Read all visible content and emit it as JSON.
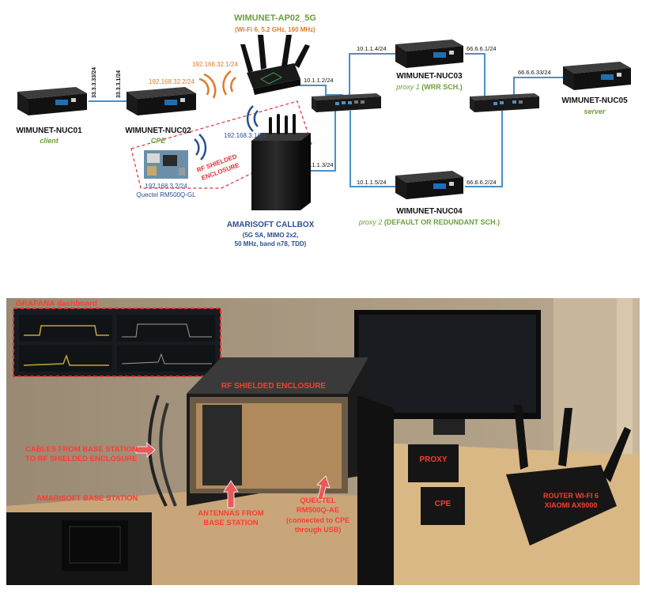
{
  "diagram": {
    "ap": {
      "name": "WIMUNET-AP02_5G",
      "spec": "(Wi-Fi 6, 5.2 GHz, 160 MHz)",
      "ip": "192.168.32.1/24"
    },
    "nuc01": {
      "name": "WIMUNET-NUC01",
      "role": "client",
      "ip_a": "33.3.3.33/24"
    },
    "nuc02": {
      "name": "WIMUNET-NUC02",
      "role": "CPE",
      "ip_a": "33.3.3.1/24",
      "ip_wifi": "192.168.32.2/24"
    },
    "modem": {
      "ip": "192.168.3.2/24",
      "name": "Quectel RM500Q-GL"
    },
    "enclosure": {
      "label_1": "RF SHIELDED",
      "label_2": "ENCLOSURE"
    },
    "callbox": {
      "ip": "192.168.3.1/24",
      "name": "AMARISOFT CALLBOX",
      "spec_1": "(5G SA, MIMO 2x2,",
      "spec_2": "50 MHz, band n78, TDD)"
    },
    "switch1": {
      "ip_top": "10.1.1.4/24",
      "ip_ap": "10.1.1.2/24",
      "ip_callbox": "10.1.1.3/24",
      "ip_bottom": "10.1.1.5/24"
    },
    "nuc03": {
      "name": "WIMUNET-NUC03",
      "role": "proxy 1",
      "role_detail": "(WRR SCH.)",
      "ip": "66.6.6.1/24"
    },
    "nuc04": {
      "name": "WIMUNET-NUC04",
      "role": "proxy 2",
      "role_detail": "(DEFAULT OR REDUNDANT SCH.)",
      "ip": "66.6.6.2/24"
    },
    "nuc05": {
      "name": "WIMUNET-NUC05",
      "role": "server",
      "ip": "66.6.6.33/24"
    },
    "colors": {
      "link": "#4a90c8",
      "wifi": "#e07a2a",
      "cellular": "#2a4f8f",
      "green": "#6aa03a",
      "enclosure": "#d33"
    }
  },
  "photo": {
    "grafana": "GRAFANA dashboard",
    "enclosure": "RF SHIELDED ENCLOSURE",
    "cables_1": "CABLES FROM BASE STATION",
    "cables_2": "TO RF SHIELDED ENCLOSURE",
    "base_station": "AMARISOFT BASE STATION",
    "antennas_1": "ANTENNAS FROM",
    "antennas_2": "BASE STATION",
    "quectel_1": "QUECTEL",
    "quectel_2": "RM500Q-AE",
    "quectel_3": "(connected to CPE",
    "quectel_4": "through USB)",
    "proxy": "PROXY",
    "cpe": "CPE",
    "router_1": "ROUTER WI-FI 6",
    "router_2": "XIAOMI AX9000"
  }
}
